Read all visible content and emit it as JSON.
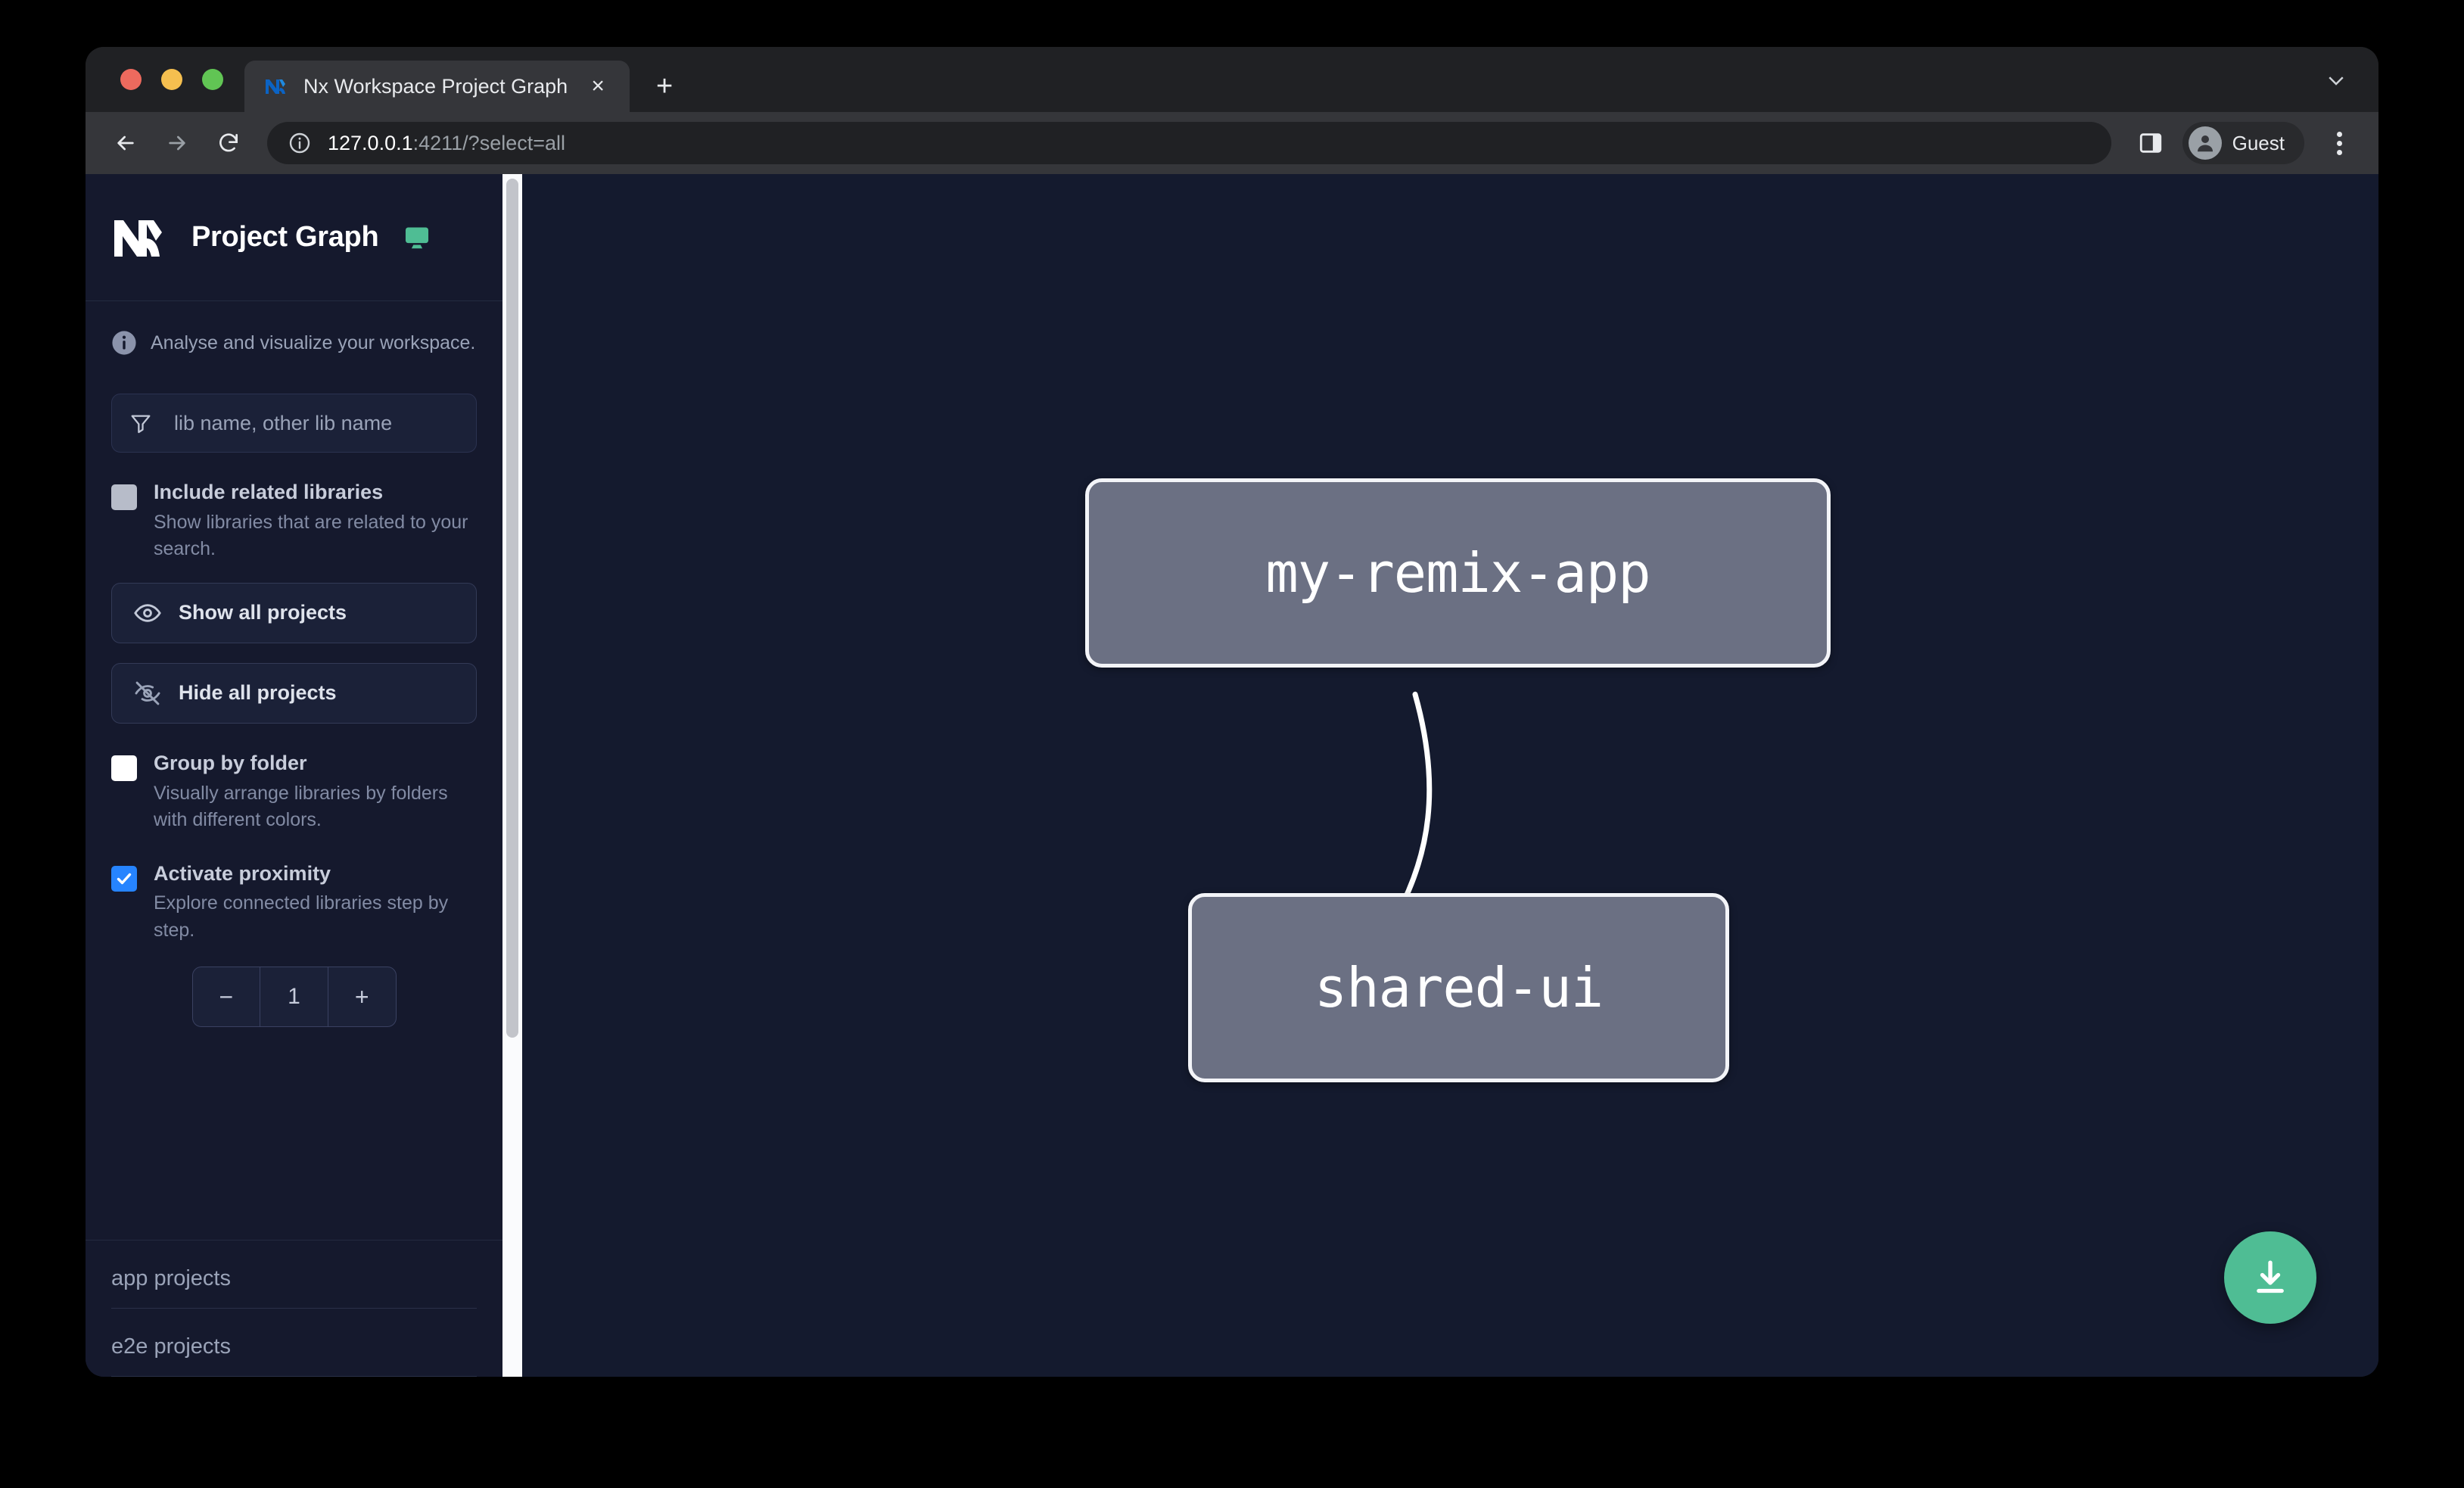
{
  "browser": {
    "tab": {
      "title": "Nx Workspace Project Graph",
      "favicon": "nx-logo-icon",
      "close_label": "×"
    },
    "newtab_label": "+",
    "toolbar": {
      "back_icon": "back-arrow-icon",
      "forward_icon": "forward-arrow-icon",
      "reload_icon": "reload-icon",
      "site_info_icon": "info-circle-icon",
      "url_host": "127.0.0.1",
      "url_rest": ":4211/?select=all",
      "side_panel_icon": "side-panel-icon",
      "profile_label": "Guest",
      "profile_icon": "person-avatar-icon",
      "menu_icon": "kebab-menu-icon"
    }
  },
  "sidebar": {
    "title": "Project Graph",
    "logo_icon": "nx-logo-icon",
    "monitor_icon": "monitor-icon",
    "info_icon": "info-circle-icon",
    "info_text": "Analyse and visualize your workspace.",
    "filter": {
      "icon": "funnel-filter-icon",
      "placeholder": "lib name, other lib name",
      "value": ""
    },
    "options": [
      {
        "id": "include-related-libraries",
        "label": "Include related libraries",
        "description": "Show libraries that are related to your search.",
        "state": "grey"
      },
      {
        "id": "group-by-folder",
        "label": "Group by folder",
        "description": "Visually arrange libraries by folders with different colors.",
        "state": "unchecked"
      },
      {
        "id": "activate-proximity",
        "label": "Activate proximity",
        "description": "Explore connected libraries step by step.",
        "state": "checked"
      }
    ],
    "buttons": [
      {
        "id": "show-all-projects",
        "label": "Show all projects",
        "icon": "eye-icon"
      },
      {
        "id": "hide-all-projects",
        "label": "Hide all projects",
        "icon": "eye-slash-icon"
      }
    ],
    "stepper": {
      "decrement_label": "−",
      "value": "1",
      "increment_label": "+"
    },
    "project_groups": [
      {
        "id": "app-projects",
        "label": "app projects"
      },
      {
        "id": "e2e-projects",
        "label": "e2e projects"
      }
    ]
  },
  "graph": {
    "nodes": [
      {
        "id": "my-remix-app",
        "label": "my-remix-app"
      },
      {
        "id": "shared-ui",
        "label": "shared-ui"
      }
    ],
    "edges": [
      {
        "from": "my-remix-app",
        "to": "shared-ui"
      }
    ],
    "download_button": {
      "icon": "download-icon",
      "color": "#4fbd94"
    }
  },
  "colors": {
    "page_background": "#141a2e",
    "sidebar_background": "#15192d",
    "node_fill": "#6b7083",
    "node_border": "#f3f4f8",
    "accent_green": "#4fbd94",
    "checkbox_blue": "#2684ff"
  }
}
